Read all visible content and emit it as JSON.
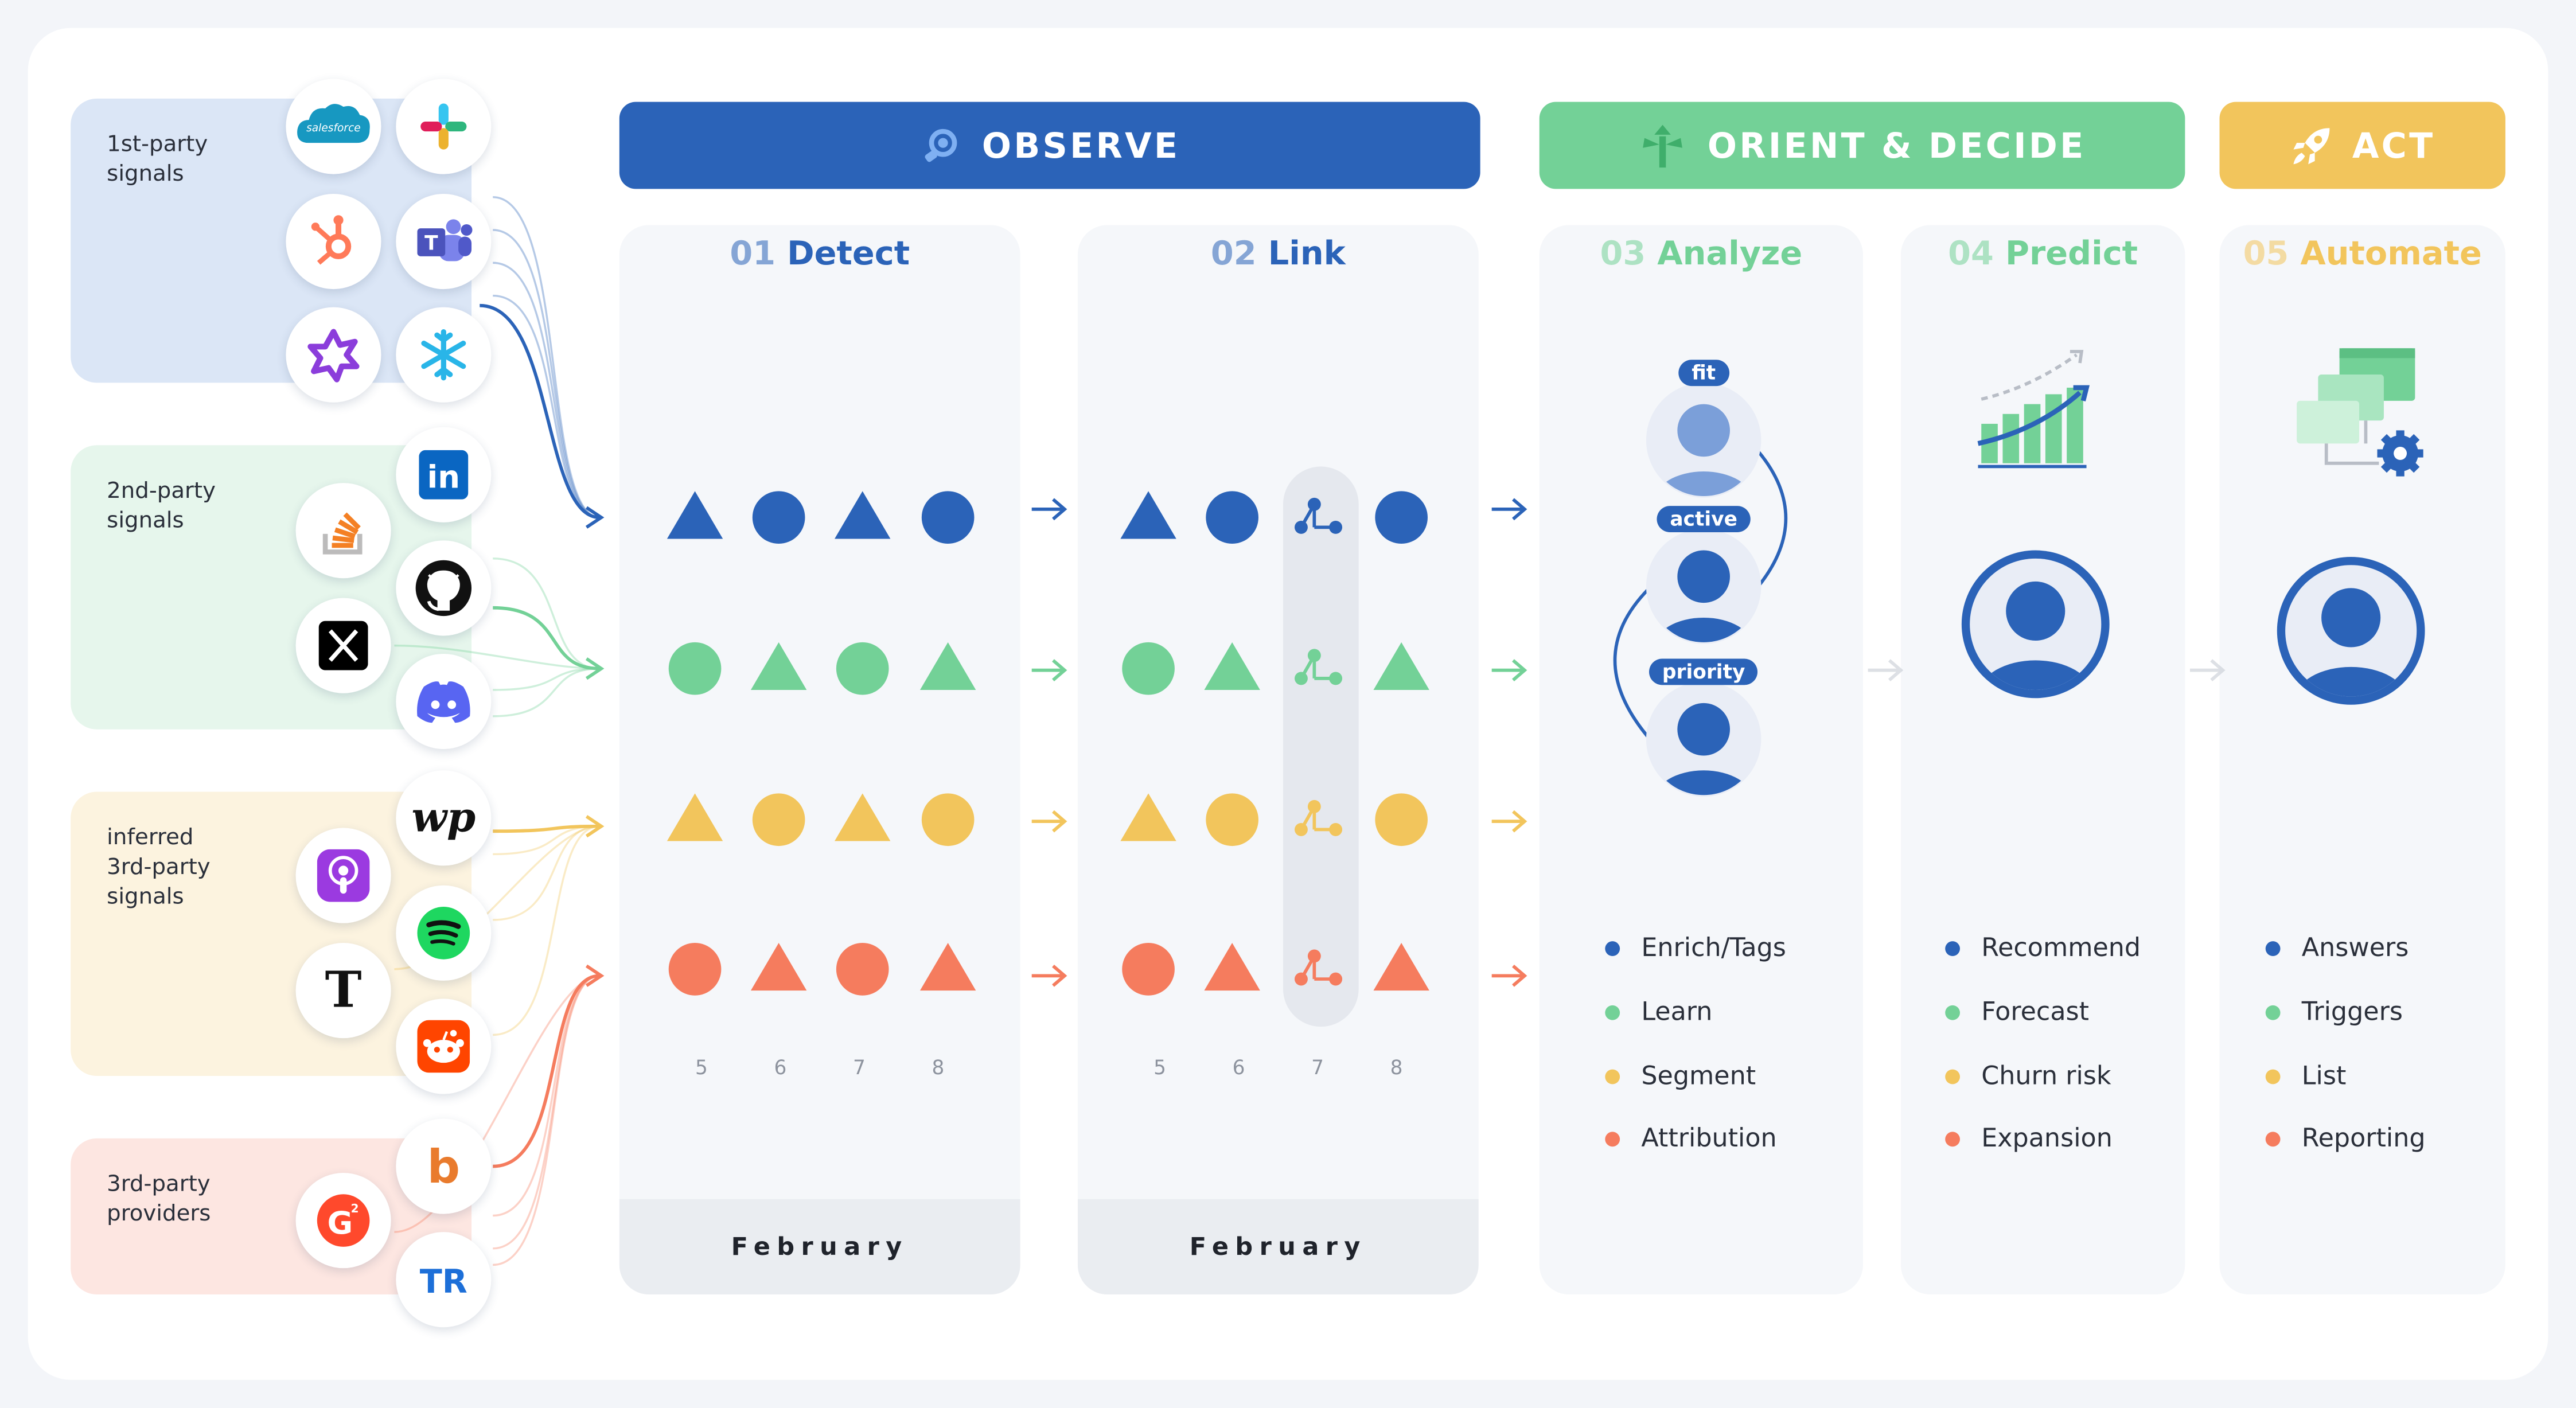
{
  "colors": {
    "blue": "#2b63b8",
    "green": "#73d197",
    "yellow": "#f2c55c",
    "red": "#f57c5e",
    "stage_observe": "#2b63b8",
    "stage_orient": "#73d197",
    "stage_act": "#f2c55c"
  },
  "sources": [
    {
      "label": "1st-party\nsignals",
      "bg": "#dbe6f6",
      "logos": [
        "salesforce-logo-icon",
        "slack-logo-icon",
        "hubspot-logo-icon",
        "microsoft-teams-logo-icon",
        "gong-logo-icon",
        "snowflake-logo-icon"
      ]
    },
    {
      "label": "2nd-party\nsignals",
      "bg": "#e6f6ec",
      "logos": [
        "linkedin-logo-icon",
        "stack-overflow-logo-icon",
        "github-logo-icon",
        "x-logo-icon",
        "discord-logo-icon"
      ]
    },
    {
      "label": "inferred\n3rd-party\nsignals",
      "bg": "#fcf3df",
      "logos": [
        "washington-post-logo-icon",
        "apple-podcasts-logo-icon",
        "spotify-logo-icon",
        "new-york-times-logo-icon",
        "reddit-logo-icon"
      ]
    },
    {
      "label": "3rd-party\nproviders",
      "bg": "#fde6e1",
      "logos": [
        "bombora-logo-icon",
        "g2-logo-icon",
        "trustradius-logo-icon"
      ]
    }
  ],
  "logo_text": {
    "salesforce": "salesforce",
    "linkedin": "in",
    "wp": "wp",
    "nyt": "T",
    "g2": "G",
    "bombora": "b",
    "trustradius": "TR"
  },
  "stages": {
    "observe": {
      "label": "OBSERVE",
      "icon": "telescope-icon"
    },
    "orient": {
      "label": "ORIENT & DECIDE",
      "icon": "signpost-icon"
    },
    "act": {
      "label": "ACT",
      "icon": "rocket-icon"
    }
  },
  "steps": [
    {
      "num": "01",
      "name": "Detect"
    },
    {
      "num": "02",
      "name": "Link"
    },
    {
      "num": "03",
      "name": "Analyze"
    },
    {
      "num": "04",
      "name": "Predict"
    },
    {
      "num": "05",
      "name": "Automate"
    }
  ],
  "timeline": {
    "month": "February",
    "days": [
      "5",
      "6",
      "7",
      "8"
    ],
    "detect_rows": [
      [
        "triangle",
        "circle",
        "triangle",
        "circle"
      ],
      [
        "circle",
        "triangle",
        "circle",
        "triangle"
      ],
      [
        "triangle",
        "circle",
        "triangle",
        "circle"
      ],
      [
        "circle",
        "triangle",
        "circle",
        "triangle"
      ]
    ],
    "link_rows": [
      [
        "triangle",
        "circle",
        "graph",
        "circle"
      ],
      [
        "circle",
        "triangle",
        "graph",
        "triangle"
      ],
      [
        "triangle",
        "circle",
        "graph",
        "circle"
      ],
      [
        "circle",
        "triangle",
        "graph",
        "triangle"
      ]
    ]
  },
  "analyze": {
    "tags": [
      "fit",
      "active",
      "priority"
    ]
  },
  "lists": {
    "analyze": [
      "Enrich/Tags",
      "Learn",
      "Segment",
      "Attribution"
    ],
    "predict": [
      "Recommend",
      "Forecast",
      "Churn risk",
      "Expansion"
    ],
    "automate": [
      "Answers",
      "Triggers",
      "List",
      "Reporting"
    ]
  },
  "icons": {
    "predict": "growth-chart-icon",
    "automate": "automation-windows-gear-icon",
    "person": "person-avatar-icon"
  }
}
